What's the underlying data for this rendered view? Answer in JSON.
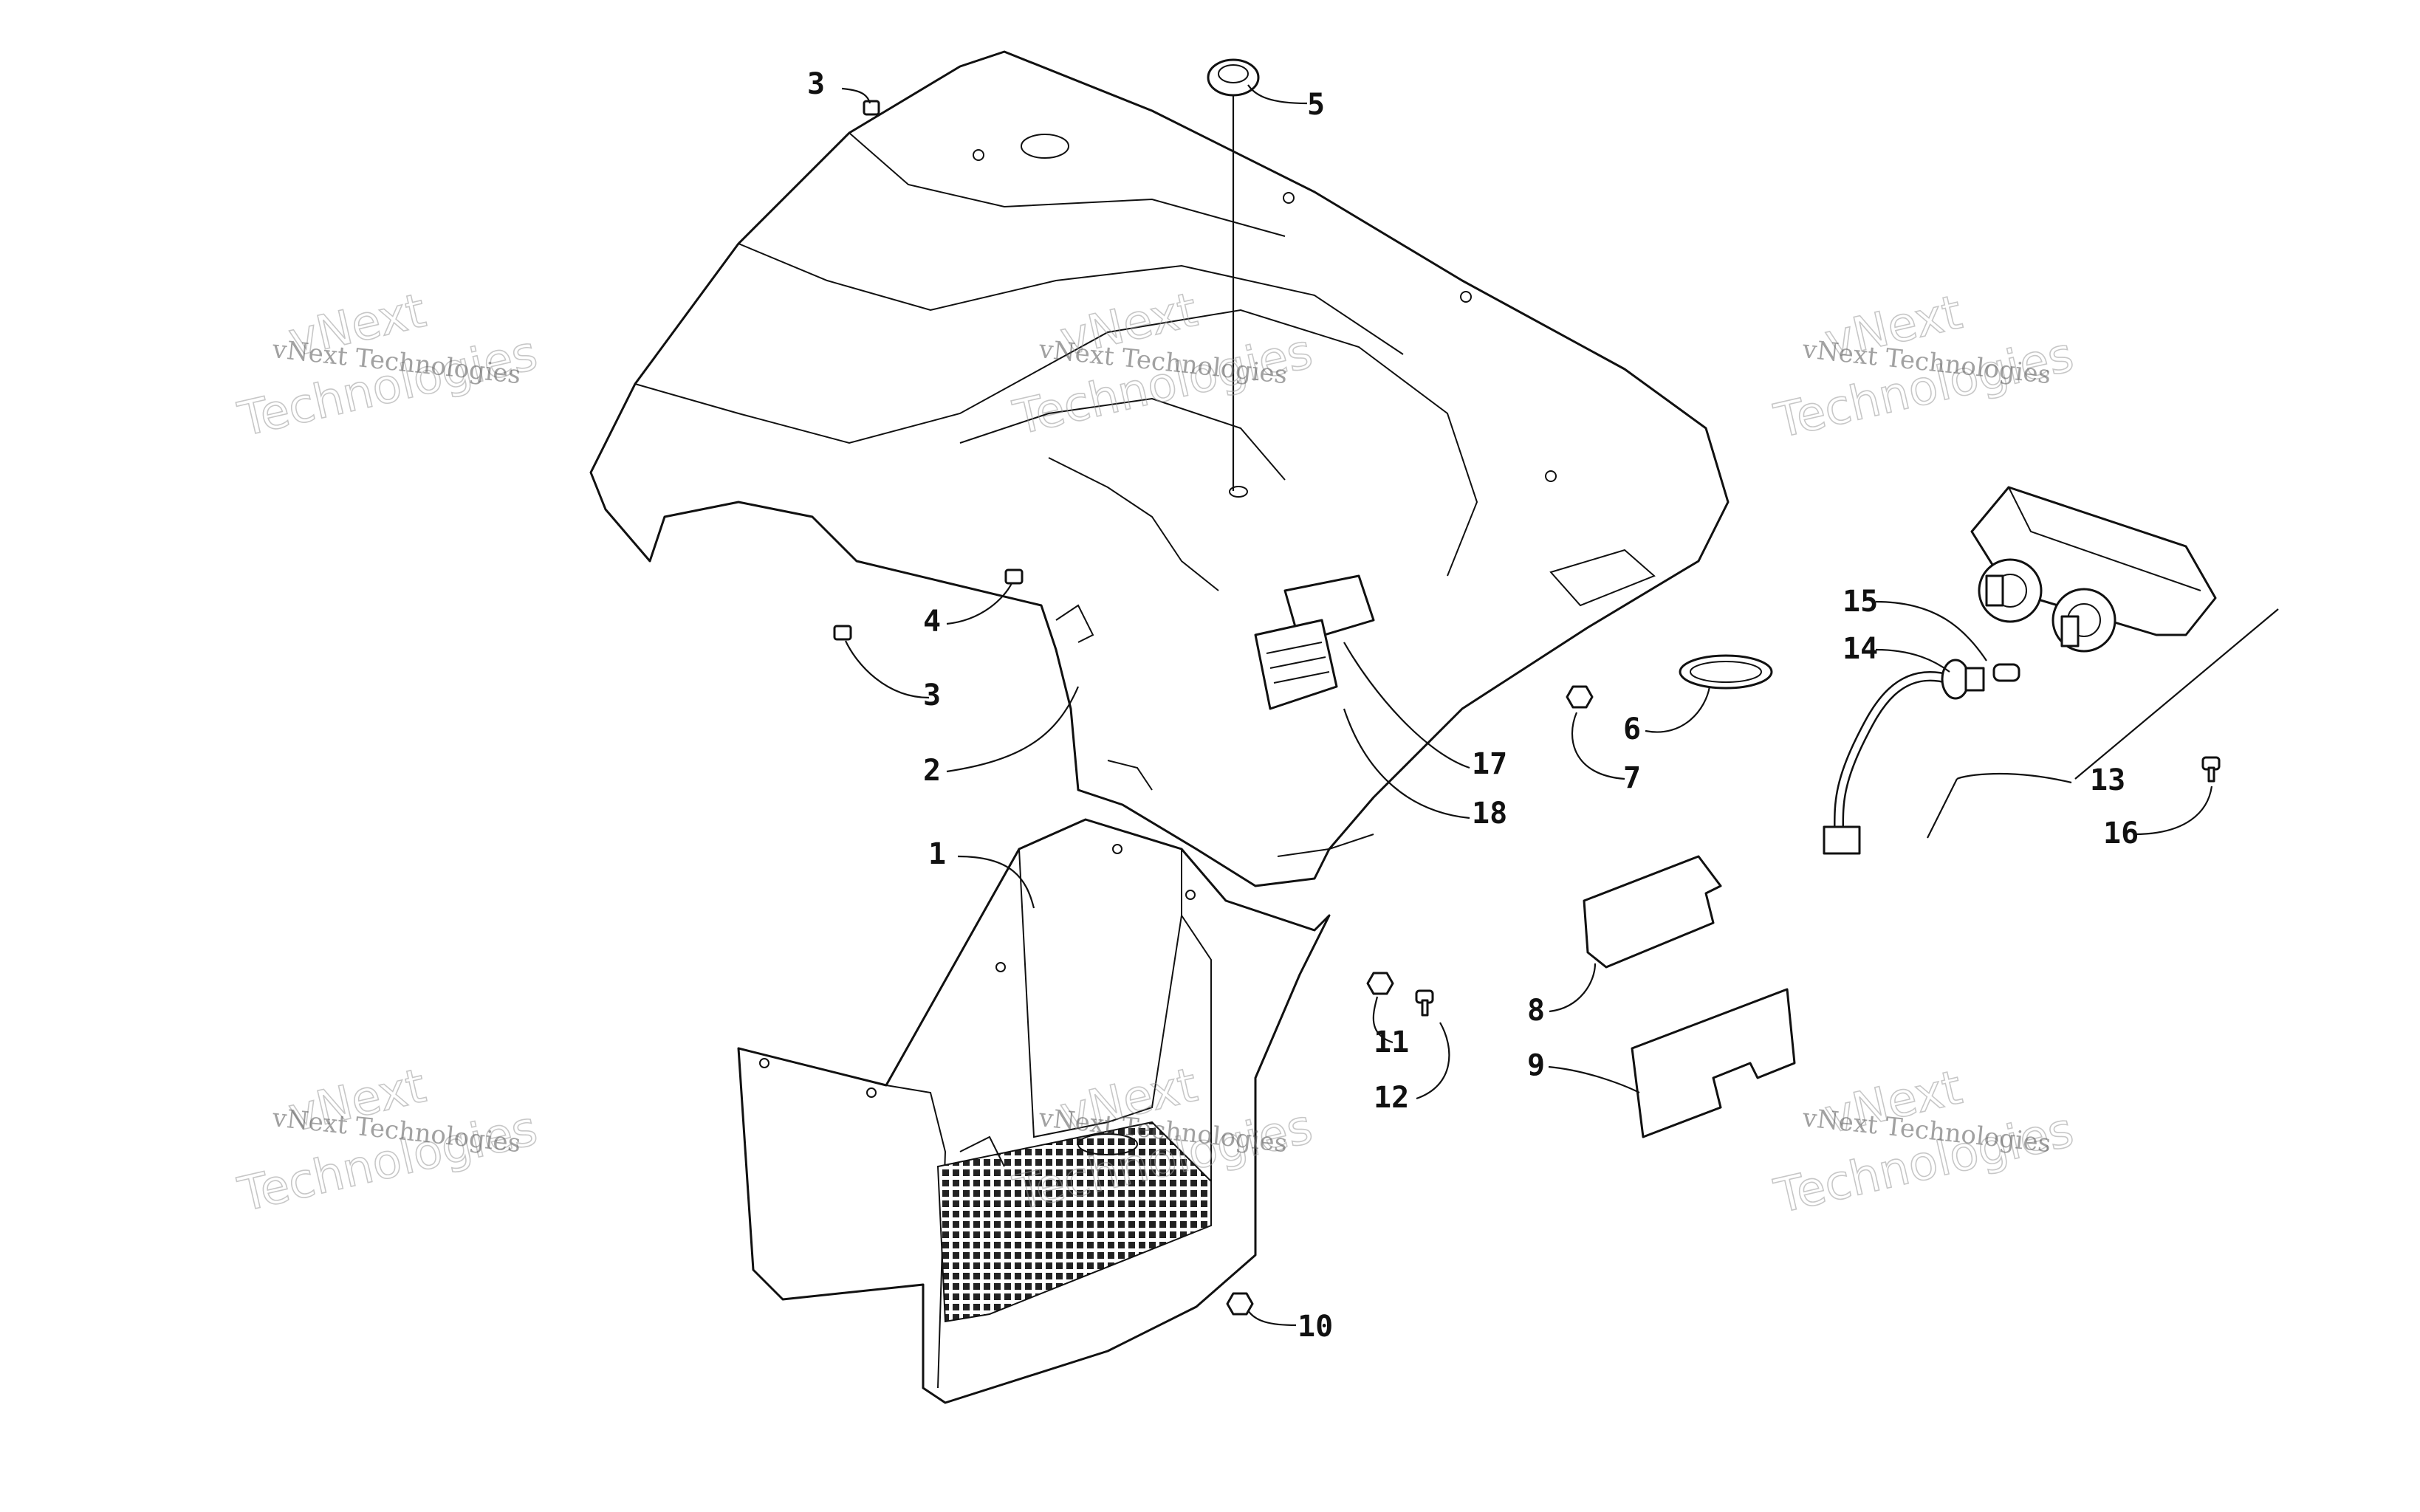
{
  "diagram": {
    "callouts": [
      "1",
      "2",
      "3",
      "3",
      "4",
      "5",
      "6",
      "7",
      "8",
      "9",
      "10",
      "11",
      "12",
      "13",
      "14",
      "15",
      "16",
      "17",
      "18"
    ]
  },
  "watermarks": {
    "small_text": "vNext Technologies",
    "big_line1": "vNext",
    "big_line2": "Technologies"
  }
}
